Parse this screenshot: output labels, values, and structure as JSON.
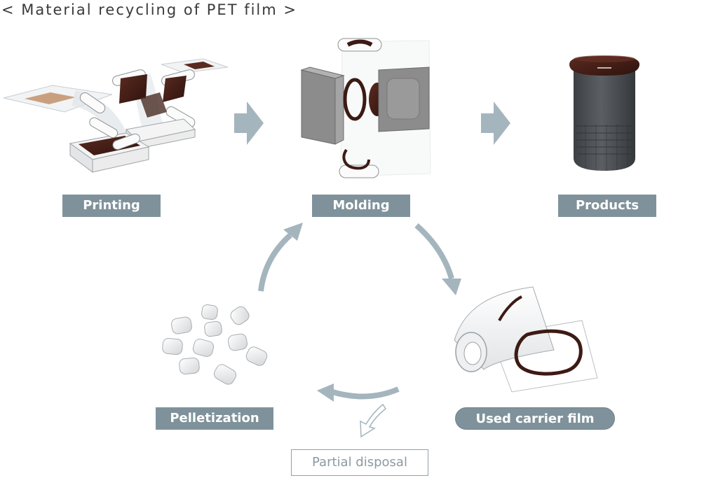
{
  "title": "< Material recycling of PET film >",
  "stages": {
    "printing": "Printing",
    "molding": "Molding",
    "products": "Products",
    "used_carrier_film": "Used carrier film",
    "pelletization": "Pelletization",
    "partial_disposal": "Partial disposal"
  },
  "colors": {
    "label_fill": "#7f929b",
    "arrow": "#a4b5bd",
    "wood": "#3d1a14",
    "mold_gray": "#8a8a8a"
  }
}
